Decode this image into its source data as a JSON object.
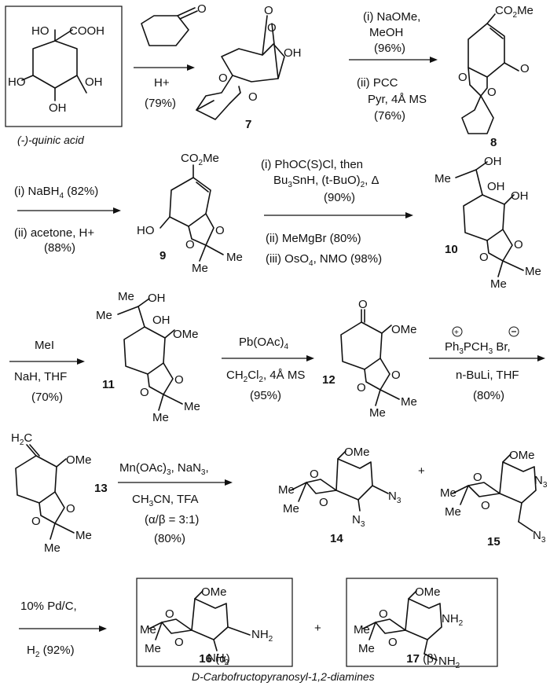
{
  "labels": {
    "quinic": "(-)-quinic acid",
    "footer": "D-Carbofructopyranosyl-1,2-diamines",
    "cmpd7": "7",
    "cmpd8": "8",
    "cmpd9": "9",
    "cmpd10": "10",
    "cmpd11": "11",
    "cmpd12": "12",
    "cmpd13": "13",
    "cmpd14": "14",
    "cmpd15": "15",
    "cmpd16": "16",
    "cmpd17": "17",
    "alpha": "(α)",
    "beta": "(β)"
  },
  "atoms": {
    "HO": "HO",
    "COOH": "COOH",
    "OH": "OH",
    "O": "O",
    "OMe": "OMe",
    "Me": "Me",
    "N3": "N",
    "NH2": "NH",
    "CO2Me": "CO",
    "plus": "+"
  },
  "reagents": {
    "r1a": "H+",
    "r1b": "(79%)",
    "r2a": "(i) NaOMe,",
    "r2b": "MeOH",
    "r2c": "(96%)",
    "r2d": "(ii) PCC",
    "r2e": "Pyr, 4Å MS",
    "r2f": "(76%)",
    "r3a": "(i) NaBH",
    "r3a2": " (82%)",
    "r3b": "(ii) acetone, H+",
    "r3c": "(88%)",
    "r4a": "(i) PhOC(S)Cl, then",
    "r4b": "Bu",
    "r4b2": "SnH, (t-BuO)",
    "r4b3": ", Δ",
    "r4c": "(90%)",
    "r4d": "(ii) MeMgBr (80%)",
    "r4e": "(iii) OsO",
    "r4e2": ", NMO (98%)",
    "r5a": "MeI",
    "r5b": "NaH, THF",
    "r5c": "(70%)",
    "r6a": "Pb(OAc)",
    "r6b": "CH",
    "r6b2": "Cl",
    "r6b3": ", 4Å MS",
    "r6c": "(95%)",
    "r7a": "Ph",
    "r7a2": "PCH",
    "r7a3": " Br,",
    "r7b": "n-BuLi, THF",
    "r7c": "(80%)",
    "r8a": "Mn(OAc)",
    "r8a2": ", NaN",
    "r8a3": ",",
    "r8b": "CH",
    "r8b2": "CN, TFA",
    "r8c": "(α/β = 3:1)",
    "r8d": "(80%)",
    "r9a": "10% Pd/C,",
    "r9b": "H",
    "r9b2": "  (92%)",
    "h2c": "H",
    "sub2": "2",
    "sub3": "3",
    "sub4": "4"
  }
}
